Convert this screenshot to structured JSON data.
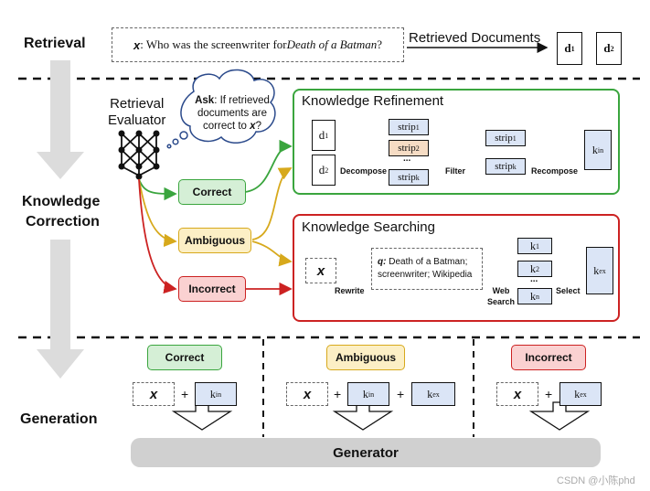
{
  "stages": {
    "retrieval": "Retrieval",
    "knowledge_correction_line1": "Knowledge",
    "knowledge_correction_line2": "Correction",
    "generation": "Generation"
  },
  "retrieval": {
    "query_var": "x",
    "query_prefix": ": Who was the screenwriter for ",
    "query_title": "Death of a Batman",
    "query_suffix": "?",
    "retrieved_label": "Retrieved Documents",
    "d1": "d",
    "d1_sub": "1",
    "d2": "d",
    "d2_sub": "2"
  },
  "evaluator": {
    "title_line1": "Retrieval",
    "title_line2": "Evaluator",
    "bubble_ask": "Ask",
    "bubble_line1": ": If retrieved",
    "bubble_line2": "documents are",
    "bubble_line3": "correct to ",
    "bubble_var": "x",
    "bubble_end": "?"
  },
  "actions": {
    "correct": "Correct",
    "ambiguous": "Ambiguous",
    "incorrect": "Incorrect"
  },
  "refinement": {
    "title": "Knowledge Refinement",
    "d1": "d",
    "d1_sub": "1",
    "d2": "d",
    "d2_sub": "2",
    "decompose": "Decompose",
    "strip": "strip",
    "strip1_sub": "1",
    "strip2_sub": "2",
    "stripk_sub": "k",
    "ellipsis": "...",
    "filter": "Filter",
    "out_strip1_sub": "1",
    "out_stripk_sub": "k",
    "recompose": "Recompose",
    "k_in": "k",
    "k_in_sub": "in"
  },
  "searching": {
    "title": "Knowledge Searching",
    "x": "x",
    "rewrite": "Rewrite",
    "q_label": "q:",
    "q_line1": " Death of a Batman;",
    "q_line2": "screenwriter; Wikipedia",
    "web": "Web",
    "search": "Search",
    "k": "k",
    "k1_sub": "1",
    "k2_sub": "2",
    "kn_sub": "n",
    "ellipsis": "...",
    "select": "Select",
    "k_ex": "k",
    "k_ex_sub": "ex"
  },
  "generation": {
    "correct": "Correct",
    "ambiguous": "Ambiguous",
    "incorrect": "Incorrect",
    "x": "x",
    "plus": "+",
    "k": "k",
    "in_sub": "in",
    "ex_sub": "ex",
    "generator": "Generator"
  },
  "watermark": "CSDN @小陈phd",
  "colors": {
    "green": "#3aa53e",
    "amber": "#d7a91c",
    "red": "#cc2222",
    "blue_fill": "#dbe5f6",
    "orange_fill": "#f6dcc4",
    "grey_arrow": "#dcdcdc",
    "generator_fill": "#d0d0d0"
  }
}
